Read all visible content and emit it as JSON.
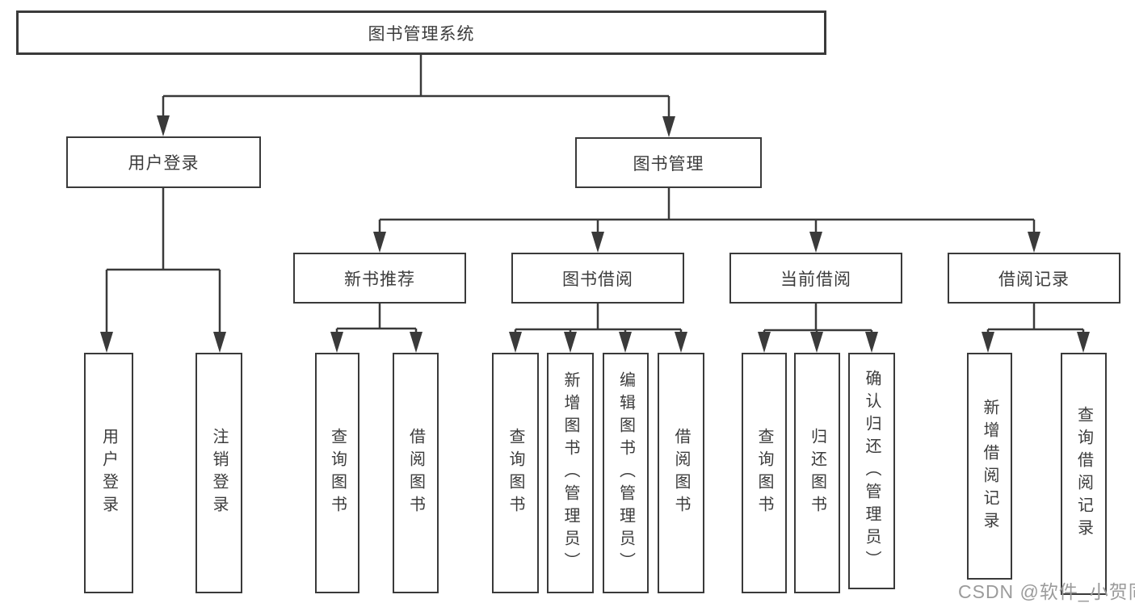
{
  "diagram": {
    "root": "图书管理系统",
    "user_login": {
      "label": "用户登录",
      "children": [
        "用户登录",
        "注销登录"
      ]
    },
    "book_mgmt": {
      "label": "图书管理",
      "groups": [
        {
          "label": "新书推荐",
          "children": [
            "查询图书",
            "借阅图书"
          ]
        },
        {
          "label": "图书借阅",
          "children": [
            "查询图书",
            "新增图书（管理员）",
            "编辑图书（管理员）",
            "借阅图书"
          ]
        },
        {
          "label": "当前借阅",
          "children": [
            "查询图书",
            "归还图书",
            "确认归还（管理员）"
          ]
        },
        {
          "label": "借阅记录",
          "children": [
            "新增借阅记录",
            "查询借阅记录"
          ]
        }
      ]
    }
  },
  "watermark": "CSDN @软件_小贺同学",
  "colors": {
    "line": "#3a3a3a",
    "text": "#3c3c3c",
    "watermark": "#9b9b9b",
    "background": "#ffffff"
  }
}
